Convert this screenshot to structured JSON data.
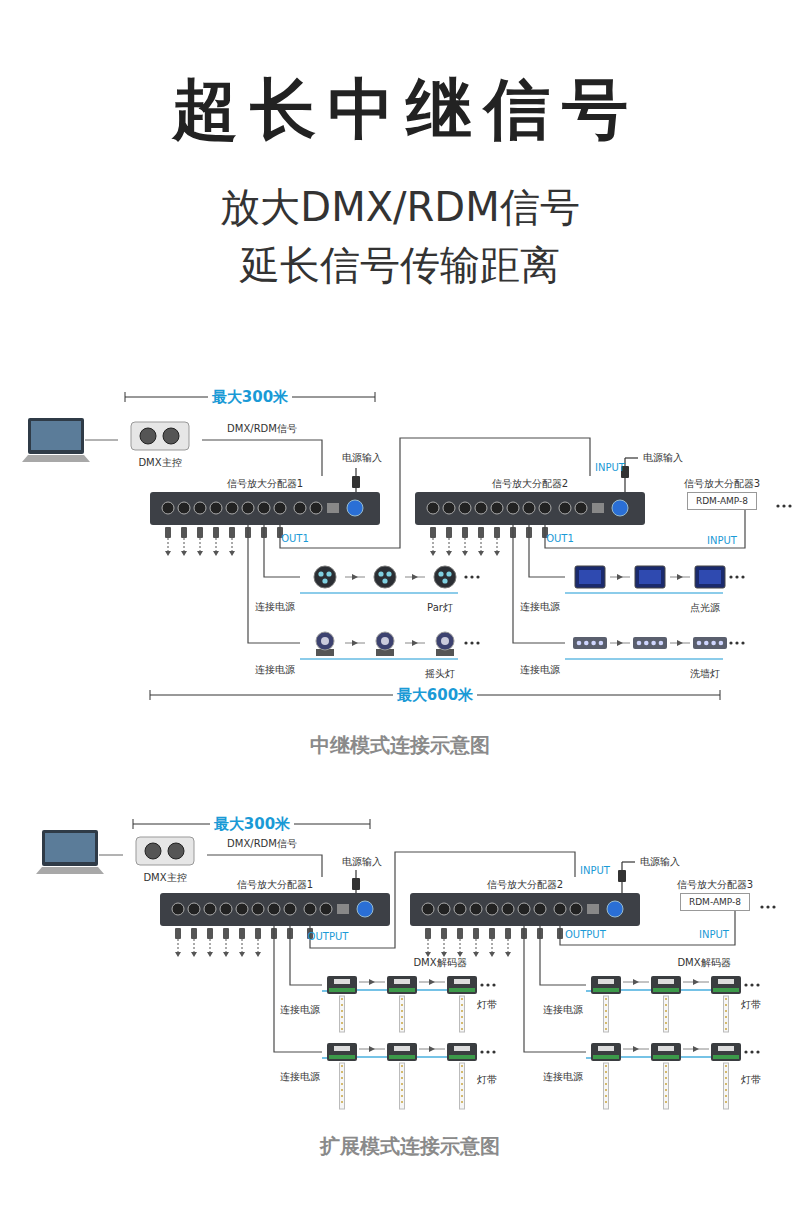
{
  "diagram": {
    "title": "超长中继信号",
    "nodes": [
      {
        "text": [
          "DMX主控"
        ]
      },
      {
        "text": [
          "信号放大分配器1"
        ]
      },
      {
        "text": [
          "信号放大分配器2"
        ]
      },
      {
        "text": [
          "信号放大分配器3",
          "RDM-AMP-8"
        ]
      },
      {
        "text": [
          "Par灯"
        ]
      },
      {
        "text": [
          "点光源"
        ]
      },
      {
        "text": [
          "摇头灯"
        ]
      },
      {
        "text": [
          "洗墙灯"
        ]
      },
      {
        "text": [
          "DMX主控"
        ]
      },
      {
        "text": [
          "信号放大分配器1"
        ]
      },
      {
        "text": [
          "信号放大分配器2"
        ]
      },
      {
        "text": [
          "信号放大分配器3",
          "RDM-AMP-8"
        ]
      },
      {
        "text": [
          "DMX解码器",
          "灯带"
        ]
      },
      {
        "text": [
          "DMX解码器",
          "灯带"
        ]
      },
      {
        "text": [
          "灯带"
        ]
      },
      {
        "text": [
          "灯带"
        ]
      }
    ],
    "edges": [
      {
        "from": 0,
        "to": 1,
        "arrow": "none",
        "label": "DMX/RDM信号"
      },
      {
        "from": 1,
        "to": 2,
        "arrow": "none"
      },
      {
        "from": 2,
        "to": 3,
        "arrow": "none"
      },
      {
        "from": 1,
        "to": 4,
        "arrow": "none"
      },
      {
        "from": 1,
        "to": 6,
        "arrow": "none"
      },
      {
        "from": 2,
        "to": 5,
        "arrow": "none"
      },
      {
        "from": 2,
        "to": 7,
        "arrow": "none"
      },
      {
        "from": 8,
        "to": 9,
        "arrow": "none",
        "label": "DMX/RDM信号"
      },
      {
        "from": 9,
        "to": 10,
        "arrow": "none"
      },
      {
        "from": 10,
        "to": 11,
        "arrow": "none"
      },
      {
        "from": 9,
        "to": 12,
        "arrow": "none"
      },
      {
        "from": 9,
        "to": 14,
        "arrow": "none"
      },
      {
        "from": 10,
        "to": 13,
        "arrow": "none"
      },
      {
        "from": 10,
        "to": 15,
        "arrow": "none"
      }
    ],
    "labels": [
      "放大DMX/RDM信号",
      "延长信号传输距离",
      "最大300米",
      "电源输入",
      "OUT1",
      "INPUT",
      "电源输入",
      "OUT1",
      "INPUT",
      "连接电源",
      "连接电源",
      "连接电源",
      "连接电源",
      "最大600米",
      "中继模式连接示意图",
      "最大300米",
      "电源输入",
      "OUTPUT",
      "INPUT",
      "电源输入",
      "OUTPUT",
      "INPUT",
      "连接电源",
      "连接电源",
      "连接电源",
      "连接电源",
      "扩展模式连接示意图"
    ]
  }
}
